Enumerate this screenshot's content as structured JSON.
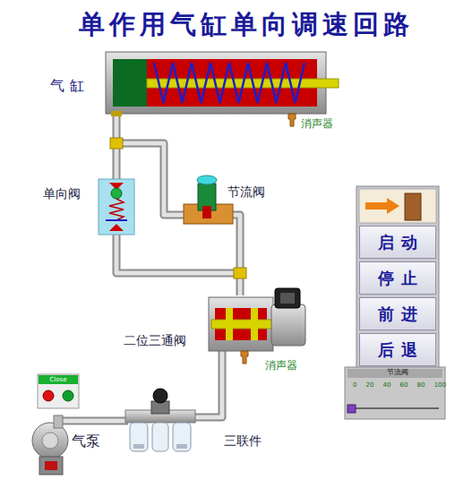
{
  "diagram": {
    "title": "单作用气缸单向调速回路",
    "nodes": [
      {
        "text": [
          "启动"
        ]
      },
      {
        "text": [
          "停止"
        ]
      },
      {
        "text": [
          "前进"
        ]
      },
      {
        "text": [
          "后退"
        ]
      },
      {
        "text": [
          "节流阀",
          "0",
          "20",
          "40",
          "60",
          "80",
          "100"
        ]
      },
      {
        "text": [
          "Close"
        ]
      }
    ],
    "labels": [
      "气缸",
      "消声器",
      "单向阀",
      "节流阀",
      "二位三通阀",
      "消声器",
      "气泵",
      "三联件"
    ]
  }
}
